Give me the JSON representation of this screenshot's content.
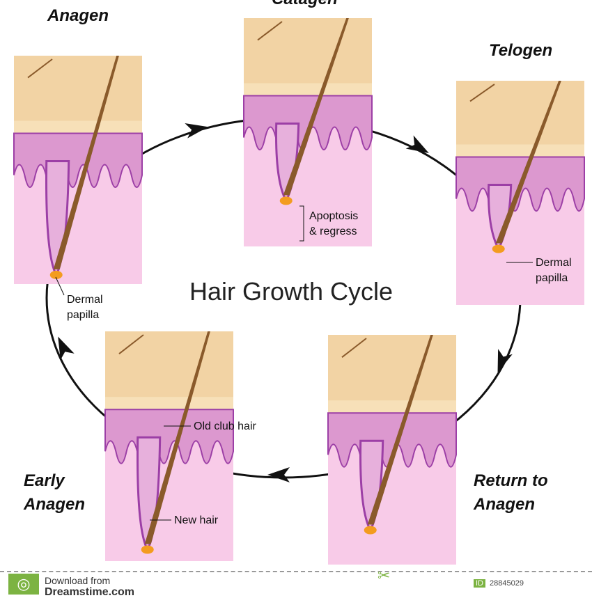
{
  "title": "Hair Growth Cycle",
  "stages": {
    "anagen": "Anagen",
    "catagen": "Catagen",
    "telogen": "Telogen",
    "return_line1": "Return to",
    "return_line2": "Anagen",
    "early_line1": "Early",
    "early_line2": "Anagen"
  },
  "labels": {
    "anagen_dp_1": "Dermal",
    "anagen_dp_2": "papilla",
    "catagen_1": "Apoptosis",
    "catagen_2": "& regress",
    "telogen_dp_1": "Dermal",
    "telogen_dp_2": "papilla",
    "old_club": "Old club hair",
    "new_hair": "New hair"
  },
  "footer": {
    "download_line1": "Download from",
    "download_line2": "Dreamstime.com",
    "id_badge": "ID",
    "id_value": "28845029"
  },
  "colors": {
    "skin_top": "#f2d3a4",
    "dermis_band": "#dc98cf",
    "dermis": "#f8cbe8",
    "follicle": "#9c3fa6",
    "hair": "#8a5a2b",
    "papilla": "#f39c1f"
  }
}
